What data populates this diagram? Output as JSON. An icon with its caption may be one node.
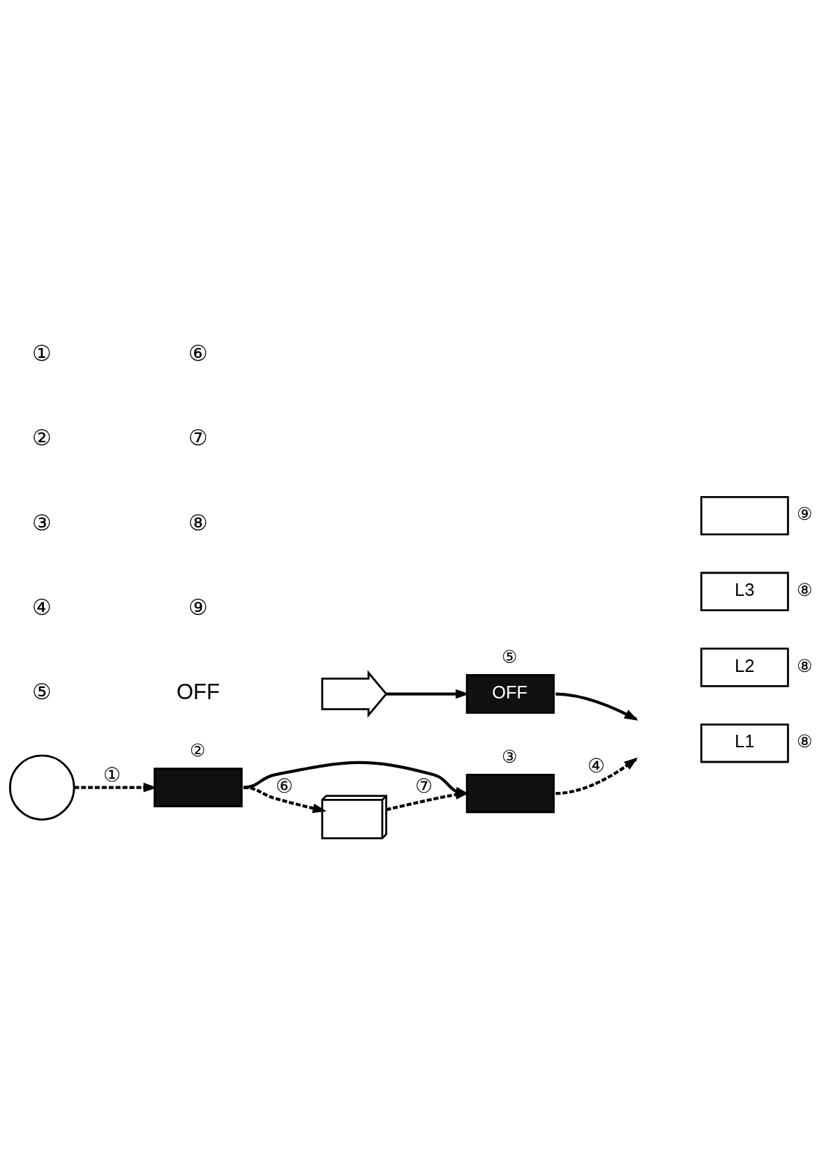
{
  "diagram": {
    "nodes": [
      {
        "text": [],
        "shape": "plug"
      },
      {
        "text": [
          "OFF"
        ],
        "beside": [
          "⑤"
        ]
      },
      {
        "text": [],
        "shape": "wave"
      },
      {
        "text": [],
        "shape": "box",
        "beside": [
          "②"
        ]
      },
      {
        "text": [],
        "shape": "box",
        "beside": [
          "③"
        ]
      },
      {
        "text": [],
        "shape": "battery"
      },
      {
        "text": [
          "L1"
        ],
        "beside": [
          "⑧"
        ]
      },
      {
        "text": [
          "L2"
        ],
        "beside": [
          "⑧"
        ]
      },
      {
        "text": [
          "L3"
        ],
        "beside": [
          "⑧"
        ]
      },
      {
        "text": [],
        "shape": "bar",
        "beside": [
          "⑨"
        ]
      }
    ],
    "edges": [
      {
        "from": 0,
        "to": 1,
        "arrow": "to"
      },
      {
        "from": 1,
        "to": null,
        "arrow": "to"
      },
      {
        "from": 2,
        "to": 3,
        "arrow": "to",
        "label": "①",
        "style": "dashed"
      },
      {
        "from": 3,
        "to": 4,
        "arrow": "to"
      },
      {
        "from": 4,
        "to": null,
        "arrow": "to",
        "label": "④",
        "style": "dashed"
      },
      {
        "from": 3,
        "to": 5,
        "arrow": "to",
        "label": "⑥",
        "style": "dashed"
      },
      {
        "from": 5,
        "to": 4,
        "arrow": "to",
        "label": "⑦",
        "style": "dashed"
      }
    ],
    "labels": [
      "①",
      "⑥",
      "②",
      "⑦",
      "③",
      "⑧",
      "④",
      "⑨",
      "⑤",
      "OFF"
    ]
  }
}
